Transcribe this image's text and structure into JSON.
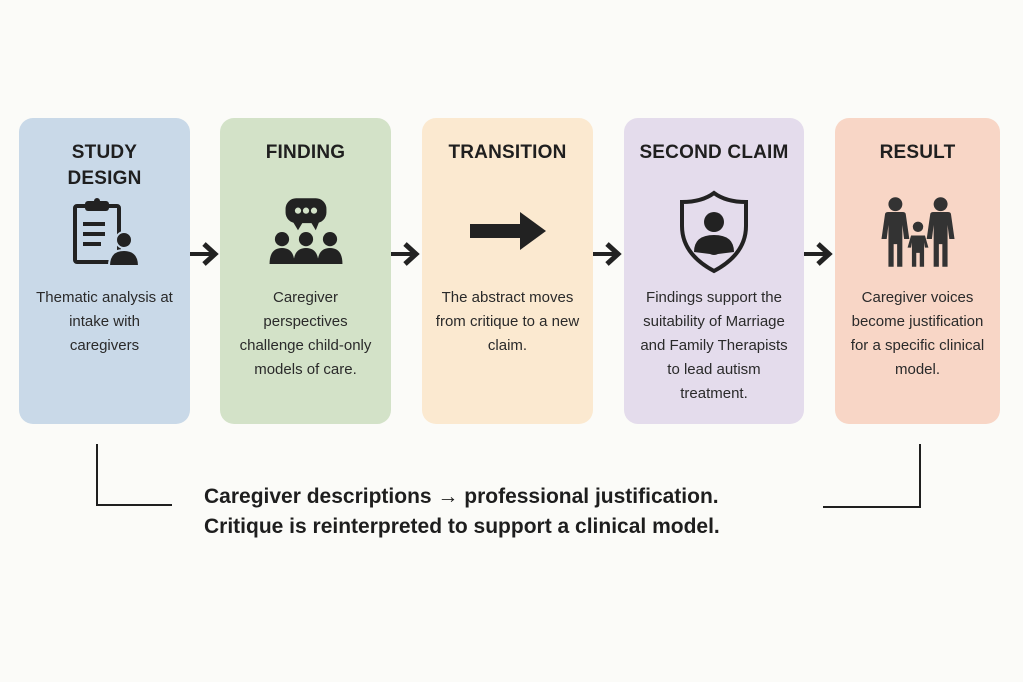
{
  "steps": [
    {
      "title": "STUDY DESIGN",
      "title_lines": [
        "STUDY",
        "DESIGN"
      ],
      "icon": "clipboard-person-icon",
      "description": "Thematic analysis at intake with caregivers",
      "color": "#c9d9e8"
    },
    {
      "title": "FINDING",
      "icon": "group-speech-bubble-icon",
      "description": "Caregiver perspectives challenge child-only models of care.",
      "color": "#d3e2c8"
    },
    {
      "title": "TRANSITION",
      "icon": "arrow-right-icon",
      "description": "The abstract moves from critique to a new claim.",
      "color": "#fbe9d0"
    },
    {
      "title": "SECOND CLAIM",
      "icon": "shield-person-icon",
      "description": "Findings support the suitability of Marriage and Family Therapists to lead autism treatment.",
      "color": "#e4dcec"
    },
    {
      "title": "RESULT",
      "icon": "family-icon",
      "description": "Caregiver voices become justification for a specific clinical model.",
      "color": "#f8d6c6"
    }
  ],
  "connectors": [
    "arrow-right",
    "arrow-right",
    "arrow-right",
    "arrow-right"
  ],
  "summary": {
    "line1": "Caregiver descriptions → professional justification.",
    "line2": "Critique is reinterpreted to support a clinical model."
  }
}
